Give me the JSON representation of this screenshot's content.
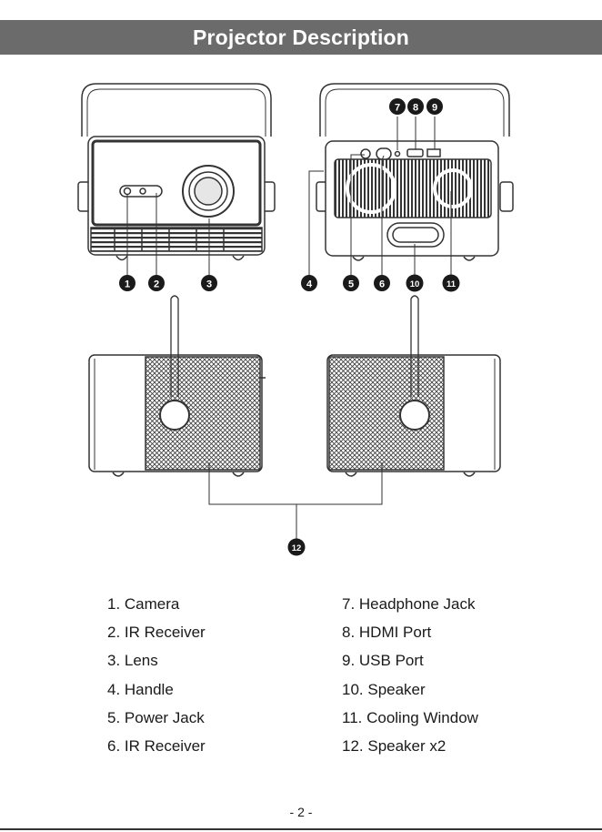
{
  "page": {
    "title": "Projector Description",
    "page_number": "- 2 -"
  },
  "callouts": [
    "1",
    "2",
    "3",
    "4",
    "5",
    "6",
    "7",
    "8",
    "9",
    "10",
    "11",
    "12"
  ],
  "legend": {
    "left": [
      "1. Camera",
      "2. IR Receiver",
      "3. Lens",
      "4. Handle",
      "5. Power Jack",
      "6. IR Receiver"
    ],
    "right": [
      "7. Headphone Jack",
      "8. HDMI Port",
      "9. USB Port",
      "10. Speaker",
      "11. Cooling Window",
      "12. Speaker x2"
    ]
  },
  "colors": {
    "title_bar": "#6b6b6b",
    "callout": "#1a1a1a",
    "outline": "#333333"
  }
}
